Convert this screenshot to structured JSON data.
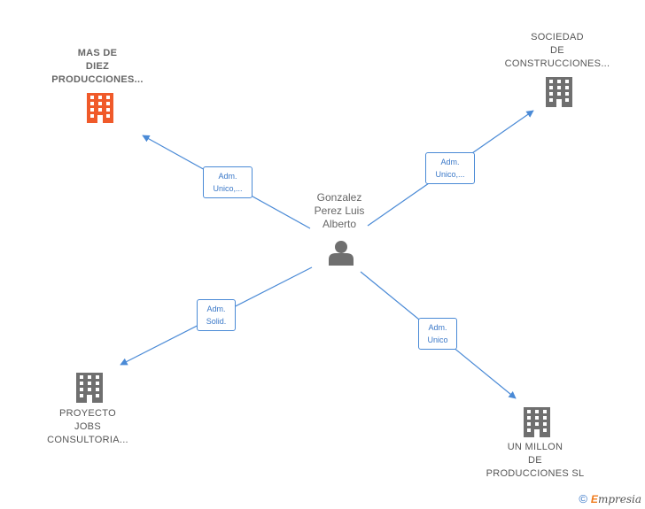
{
  "center": {
    "name_lines": [
      "Gonzalez",
      "Perez Luis",
      "Alberto"
    ],
    "icon": "person-icon"
  },
  "companies": [
    {
      "id": "mas-de-diez",
      "name_lines": [
        "MAS DE",
        "DIEZ",
        "PRODUCCIONES..."
      ],
      "icon": "building-icon",
      "color": "#f05a2a",
      "highlight": true
    },
    {
      "id": "sociedad",
      "name_lines": [
        "SOCIEDAD",
        "DE",
        "CONSTRUCCIONES..."
      ],
      "icon": "building-icon",
      "color": "#6f6f6f",
      "highlight": false
    },
    {
      "id": "proyecto",
      "name_lines": [
        "PROYECTO",
        "JOBS",
        "CONSULTORIA..."
      ],
      "icon": "building-icon",
      "color": "#6f6f6f",
      "highlight": false
    },
    {
      "id": "un-millon",
      "name_lines": [
        "UN MILLON",
        "DE",
        "PRODUCCIONES SL"
      ],
      "icon": "building-icon",
      "color": "#6f6f6f",
      "highlight": false
    }
  ],
  "relations": [
    {
      "to": "mas-de-diez",
      "label_lines": [
        "Adm.",
        "Unico,..."
      ]
    },
    {
      "to": "sociedad",
      "label_lines": [
        "Adm.",
        "Unico,..."
      ]
    },
    {
      "to": "proyecto",
      "label_lines": [
        "Adm.",
        "Solid."
      ]
    },
    {
      "to": "un-millon",
      "label_lines": [
        "Adm.",
        "Unico"
      ]
    }
  ],
  "colors": {
    "edge": "#4a8ad6",
    "highlight": "#f05a2a",
    "building": "#6f6f6f",
    "person": "#6f6f6f"
  },
  "footer": {
    "copyright": "©",
    "brand_initial": "E",
    "brand_rest": "mpresia"
  }
}
